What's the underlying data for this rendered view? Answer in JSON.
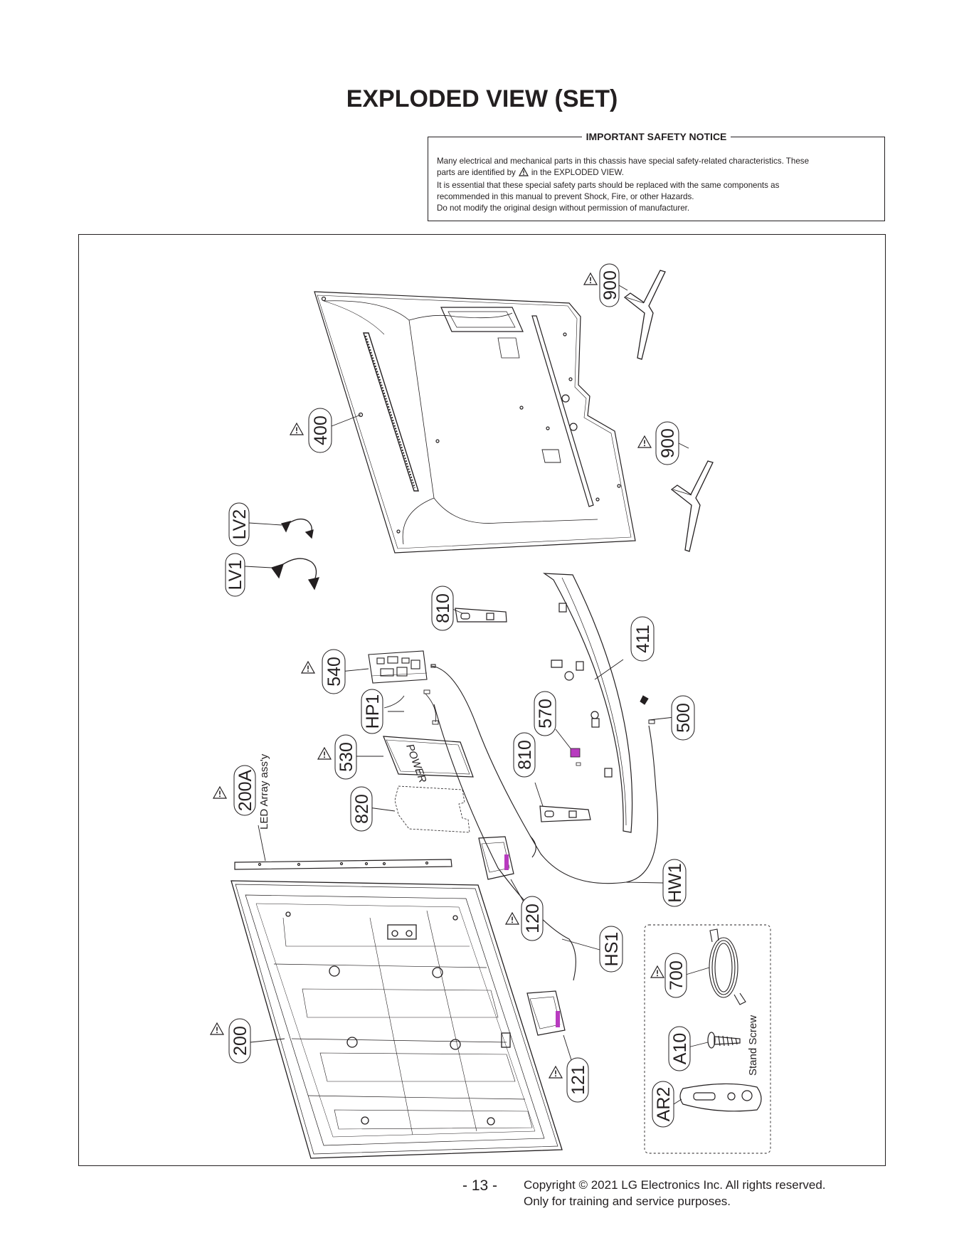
{
  "title": "EXPLODED VIEW (SET)",
  "safety_notice": {
    "heading": "IMPORTANT SAFETY NOTICE",
    "line1": "Many electrical and mechanical parts in this chassis have special safety-related characteristics. These",
    "line2_before_icon": "parts are identified by",
    "line2_after_icon": "in the EXPLODED VIEW.",
    "line3": "It is essential that these special safety parts should be replaced with the same components as",
    "line4": "recommended in this manual to prevent Shock, Fire, or other Hazards.",
    "line5": "Do not modify the original design without permission of manufacturer."
  },
  "parts": {
    "p900a": "900",
    "p900b": "900",
    "p400": "400",
    "lv2": "LV2",
    "lv1": "LV1",
    "p810a": "810",
    "p411": "411",
    "p540": "540",
    "hp1": "HP1",
    "p570": "570",
    "p500": "500",
    "p530": "530",
    "p810b": "810",
    "p200a": "200A",
    "p820": "820",
    "hw1": "HW1",
    "p120": "120",
    "hs1": "HS1",
    "p700": "700",
    "p200": "200",
    "a10": "A10",
    "p121": "121",
    "ar2": "AR2"
  },
  "labels": {
    "led_array": "LED Array ass'y",
    "stand_screw": "Stand Screw",
    "power_board_text": "POWER"
  },
  "footer": {
    "page_number": "- 13 -",
    "copyright_line1": "Copyright © 2021 LG Electronics Inc. All rights reserved.",
    "copyright_line2": "Only for training and service purposes."
  }
}
